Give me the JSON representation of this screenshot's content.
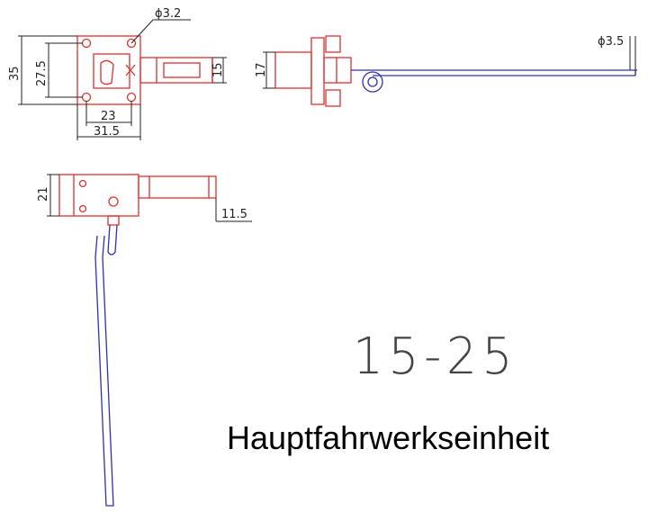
{
  "title": "Hauptfahrwerkseinheit",
  "model_number": "15-25",
  "colors": {
    "frame": "#e03030",
    "wire": "#3030b0",
    "dimension": "#222222"
  },
  "dimensions": {
    "top_left": {
      "hole_diameter": "ϕ3.2",
      "outer_height": "35",
      "inner_height": "27.5",
      "inner_width": "23",
      "outer_width": "31.5",
      "slide_height": "15"
    },
    "top_right": {
      "height": "17",
      "wire_diameter": "ϕ3.5"
    },
    "side_view": {
      "height": "21",
      "slide_height": "11.5"
    }
  }
}
